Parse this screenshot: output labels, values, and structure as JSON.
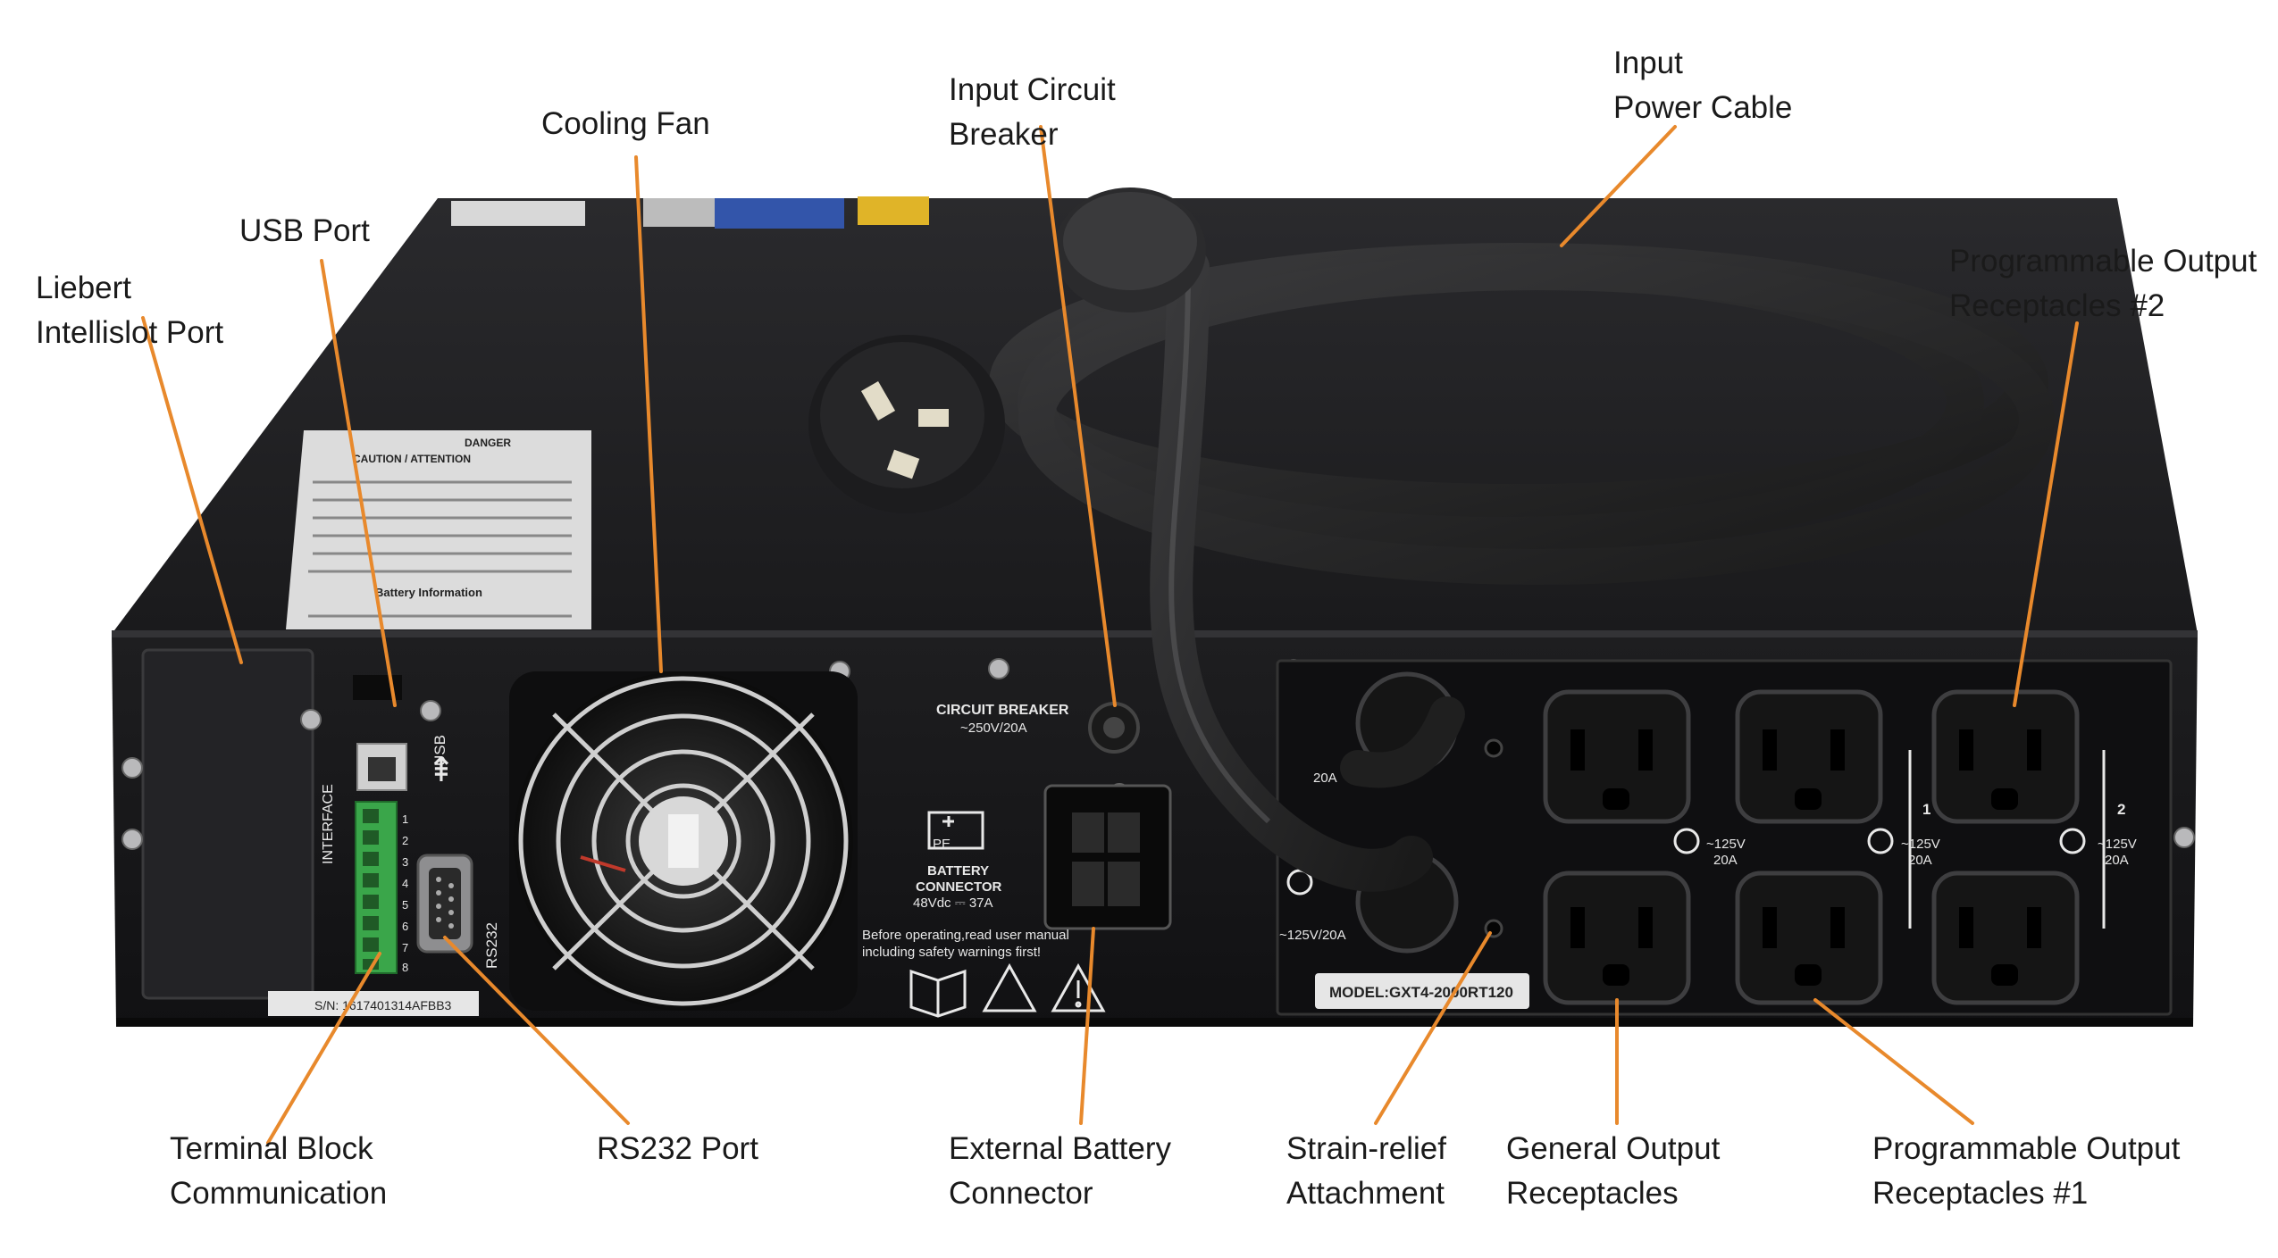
{
  "colors": {
    "leader_line": "#e8892c",
    "chassis": "#1c1c1e",
    "panel": "#121214",
    "text": "#1a1a1a"
  },
  "callouts": {
    "liebert_port": {
      "line1": "Liebert",
      "line2": "Intellislot Port"
    },
    "usb_port": {
      "line1": "USB Port"
    },
    "cooling_fan": {
      "line1": "Cooling Fan"
    },
    "input_breaker": {
      "line1": "Input Circuit",
      "line2": "Breaker"
    },
    "input_cable": {
      "line1": "Input",
      "line2": "Power Cable"
    },
    "prog_out_2": {
      "line1": "Programmable Output",
      "line2": "Receptacles #2"
    },
    "terminal_block": {
      "line1": "Terminal Block",
      "line2": "Communication"
    },
    "rs232_port": {
      "line1": "RS232 Port"
    },
    "ext_battery": {
      "line1": "External Battery",
      "line2": "Connector"
    },
    "strain_relief": {
      "line1": "Strain-relief",
      "line2": "Attachment"
    },
    "general_out": {
      "line1": "General Output",
      "line2": "Receptacles"
    },
    "prog_out_1": {
      "line1": "Programmable Output",
      "line2": "Receptacles #1"
    }
  },
  "device_labels": {
    "usb": "USB",
    "interface": "INTERFACE",
    "rs232": "RS232",
    "pins": [
      "1",
      "2",
      "3",
      "4",
      "5",
      "6",
      "7",
      "8"
    ],
    "serial": "S/N: 1617401314AFBB3",
    "circuit_breaker_1": "CIRCUIT BREAKER",
    "circuit_breaker_2": "~250V/20A",
    "battery_1": "BATTERY",
    "battery_2": "CONNECTOR",
    "battery_3": "48Vdc ⎓ 37A",
    "pe": "PE",
    "warning_1": "Before operating,read user manual",
    "warning_2": "including safety warnings first!",
    "model": "MODEL:GXT4-2000RT120",
    "rating_general": "~125V/20A",
    "rating_short": "~125V",
    "rating_amp": "20A",
    "rating_prefix_20a": "20A",
    "group_1": "1",
    "group_2": "2",
    "caution": "CAUTION / ATTENTION",
    "danger": "DANGER",
    "battery_info": "Battery Information"
  }
}
